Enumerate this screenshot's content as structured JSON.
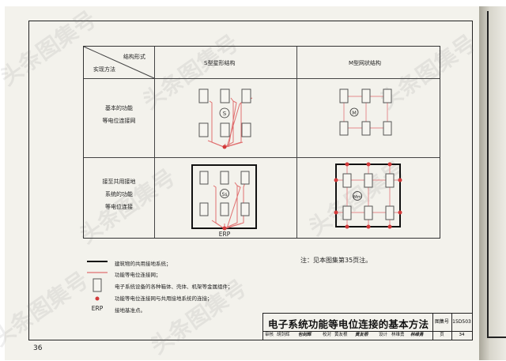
{
  "table": {
    "corner_top": "结构形式",
    "corner_bottom": "实现方法",
    "col_headers": [
      "S型星形结构",
      "M型网状结构"
    ],
    "rows": [
      {
        "label_lines": [
          "基本的功能",
          "等电位连接网"
        ]
      },
      {
        "label_lines": [
          "接至共用接地",
          "系统的功能",
          "等电位连接"
        ]
      }
    ],
    "symbols": {
      "s": "S",
      "m": "M",
      "ss": "Ss",
      "mm": "Mm"
    },
    "erp_label": "ERP"
  },
  "legend": [
    {
      "symbol": "black-line",
      "text": "建筑物的共用接地系统；"
    },
    {
      "symbol": "red-line",
      "text": "功能等电位连接网；"
    },
    {
      "symbol": "rectangle",
      "text": "电子系统设备的各种箱体、壳体、机架等金属组件；"
    },
    {
      "symbol": "red-dot",
      "text": "功能等电位连接网与共用接地系统的连接；"
    },
    {
      "symbol": "erp-text",
      "label": "ERP",
      "text": "接地基准点。"
    }
  ],
  "note": "注：见本图集第35页注。",
  "title_block": {
    "title": "电子系统功能等电位连接的基本方法",
    "atlas_label": "图集号",
    "atlas_number": "15D503",
    "page_label": "页",
    "page_number": "34",
    "review_label": "审核",
    "review_name": "胡剑辉",
    "review_sign": "包剑辉",
    "check_label": "校对",
    "check_name": "黄友根",
    "check_sign": "黄友根",
    "design_label": "设计",
    "design_name": "林维勇",
    "design_sign": "林维勇"
  },
  "page_number": "36",
  "colors": {
    "line_red": "#e07070",
    "dot_red": "#d23a3a",
    "paper": "#f3f2ec",
    "ink": "#222222"
  },
  "watermark": "头条图集号"
}
